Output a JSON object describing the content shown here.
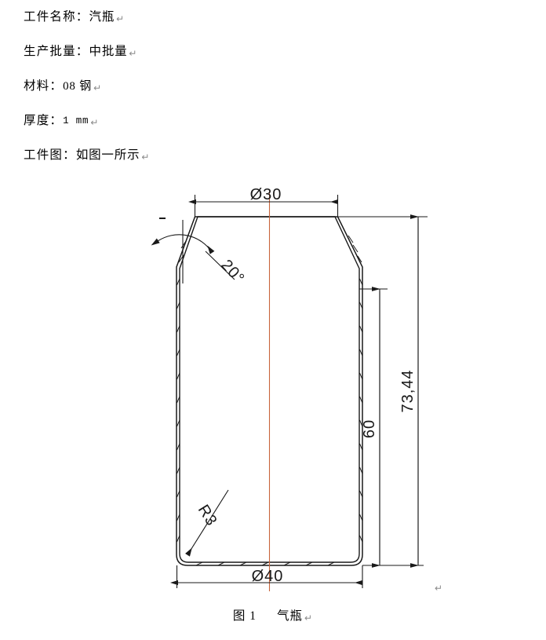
{
  "document": {
    "lines": [
      {
        "label": "工件名称：",
        "value": "汽瓶",
        "mark": "↵"
      },
      {
        "label": "生产批量：",
        "value": "中批量",
        "mark": "↵"
      },
      {
        "label": "材料：",
        "value": "08 钢",
        "mark": "↵"
      },
      {
        "label": "厚度：",
        "value": "1 mm",
        "mark": "↵"
      },
      {
        "label": "工件图：",
        "value": "如图一所示",
        "mark": "↵"
      }
    ]
  },
  "figure": {
    "caption_number": "图 1",
    "caption_title": "气瓶",
    "caption_mark": "↵",
    "trailing_mark": "↵",
    "centerline_color": "#c8643c",
    "line_color": "#1a1a1a",
    "dimensions": {
      "top_diameter": "Ø30",
      "bottom_diameter": "Ø40",
      "shoulder_angle": "20°",
      "corner_radius": "R3",
      "wall_height": "60",
      "total_height": "73,44"
    }
  },
  "chart_data": {
    "type": "technical-drawing",
    "title": "气瓶 (Gas bottle) sheet-metal cross-section",
    "part_name": "汽瓶",
    "material": "08 钢",
    "thickness_mm": 1,
    "batch": "中批量",
    "annotations": [
      {
        "name": "top_diameter",
        "label": "Ø30",
        "value": 30,
        "unit": "mm",
        "kind": "linear-horizontal",
        "position": "top"
      },
      {
        "name": "bottom_diameter",
        "label": "Ø40",
        "value": 40,
        "unit": "mm",
        "kind": "linear-horizontal",
        "position": "bottom"
      },
      {
        "name": "shoulder_angle",
        "label": "20°",
        "value": 20,
        "unit": "deg",
        "kind": "angular",
        "position": "upper-left-shoulder"
      },
      {
        "name": "corner_radius",
        "label": "R3",
        "value": 3,
        "unit": "mm",
        "kind": "radial",
        "position": "lower-left-corner"
      },
      {
        "name": "straight_wall_height",
        "label": "60",
        "value": 60,
        "unit": "mm",
        "kind": "linear-vertical",
        "position": "right-inner"
      },
      {
        "name": "overall_height",
        "label": "73,44",
        "value": 73.44,
        "unit": "mm",
        "kind": "linear-vertical",
        "position": "right-outer"
      }
    ]
  }
}
